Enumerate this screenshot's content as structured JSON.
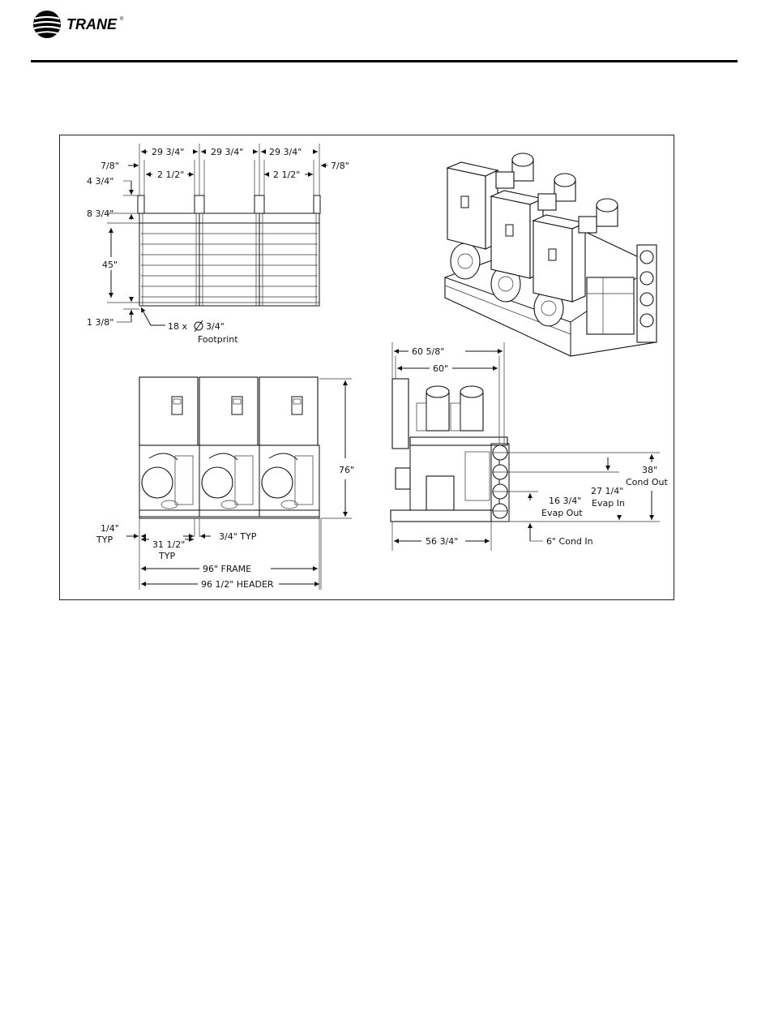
{
  "brand": {
    "name": "TRANE",
    "trademark": "®"
  },
  "diagram": {
    "top_view": {
      "dims": {
        "mod_width_1": "29 3/4\"",
        "mod_width_2": "29 3/4\"",
        "mod_width_3": "29 3/4\"",
        "edge_left": "7/8\"",
        "edge_right": "7/8\"",
        "gap_1": "2 1/2\"",
        "gap_2": "2 1/2\"",
        "foot_offset": "4 3/4\"",
        "rail_depth": "8 3/4\"",
        "depth": "45\"",
        "bottom_offset": "1 3/8\""
      },
      "footprint_count": "18 x",
      "footprint_dia": "3/4\"",
      "footprint_label": "Footprint"
    },
    "front_view": {
      "dims": {
        "height": "76\"",
        "spacing": "1/4\"",
        "spacing_note": "TYP",
        "module": "31 1/2\"",
        "module_note": "TYP",
        "gap": "3/4\" TYP",
        "frame": "96\" FRAME",
        "header": "96 1/2\" HEADER"
      }
    },
    "side_view": {
      "dims": {
        "overall": "60 5/8\"",
        "frame": "60\"",
        "base": "56 3/4\"",
        "cond_out_height": "38\"",
        "cond_out_label": "Cond Out",
        "evap_in_height": "27 1/4\"",
        "evap_in_label": "Evap In",
        "evap_out_height": "16 3/4\"",
        "evap_out_label": "Evap Out",
        "cond_in_label": "6\" Cond In"
      }
    }
  }
}
